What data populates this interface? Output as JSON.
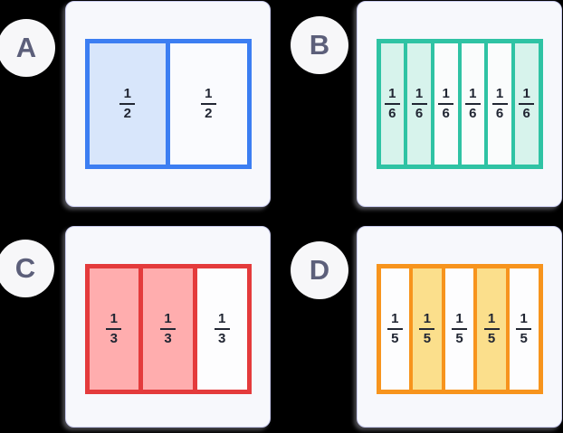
{
  "palette": {
    "background": "#000000",
    "card_bg": "#F7F8FC",
    "card_border": "#C9CBEE",
    "badge_bg": "#F7F7F9",
    "badge_text": "#5C5F7A",
    "fraction_text": "#212633"
  },
  "board": {
    "cards": [
      {
        "label": "A",
        "accent": "#3C7EF2",
        "shaded_fill": "#D8E6FB",
        "unshaded_fill": "#FAFBFE",
        "segments": [
          {
            "numerator": "1",
            "denominator": "2",
            "shaded": true
          },
          {
            "numerator": "1",
            "denominator": "2",
            "shaded": false
          }
        ]
      },
      {
        "label": "B",
        "accent": "#2FC3A4",
        "shaded_fill": "#D7F3EC",
        "unshaded_fill": "#FAFCFC",
        "segments": [
          {
            "numerator": "1",
            "denominator": "6",
            "shaded": true
          },
          {
            "numerator": "1",
            "denominator": "6",
            "shaded": true
          },
          {
            "numerator": "1",
            "denominator": "6",
            "shaded": false
          },
          {
            "numerator": "1",
            "denominator": "6",
            "shaded": false
          },
          {
            "numerator": "1",
            "denominator": "6",
            "shaded": false
          },
          {
            "numerator": "1",
            "denominator": "6",
            "shaded": true
          }
        ]
      },
      {
        "label": "C",
        "accent": "#E43B3C",
        "shaded_fill": "#FFADAE",
        "unshaded_fill": "#FDFDFE",
        "segments": [
          {
            "numerator": "1",
            "denominator": "3",
            "shaded": true
          },
          {
            "numerator": "1",
            "denominator": "3",
            "shaded": true
          },
          {
            "numerator": "1",
            "denominator": "3",
            "shaded": false
          }
        ]
      },
      {
        "label": "D",
        "accent": "#F7941D",
        "shaded_fill": "#FBDF8C",
        "unshaded_fill": "#FDFDFE",
        "segments": [
          {
            "numerator": "1",
            "denominator": "5",
            "shaded": false
          },
          {
            "numerator": "1",
            "denominator": "5",
            "shaded": true
          },
          {
            "numerator": "1",
            "denominator": "5",
            "shaded": false
          },
          {
            "numerator": "1",
            "denominator": "5",
            "shaded": true
          },
          {
            "numerator": "1",
            "denominator": "5",
            "shaded": false
          }
        ]
      }
    ]
  }
}
